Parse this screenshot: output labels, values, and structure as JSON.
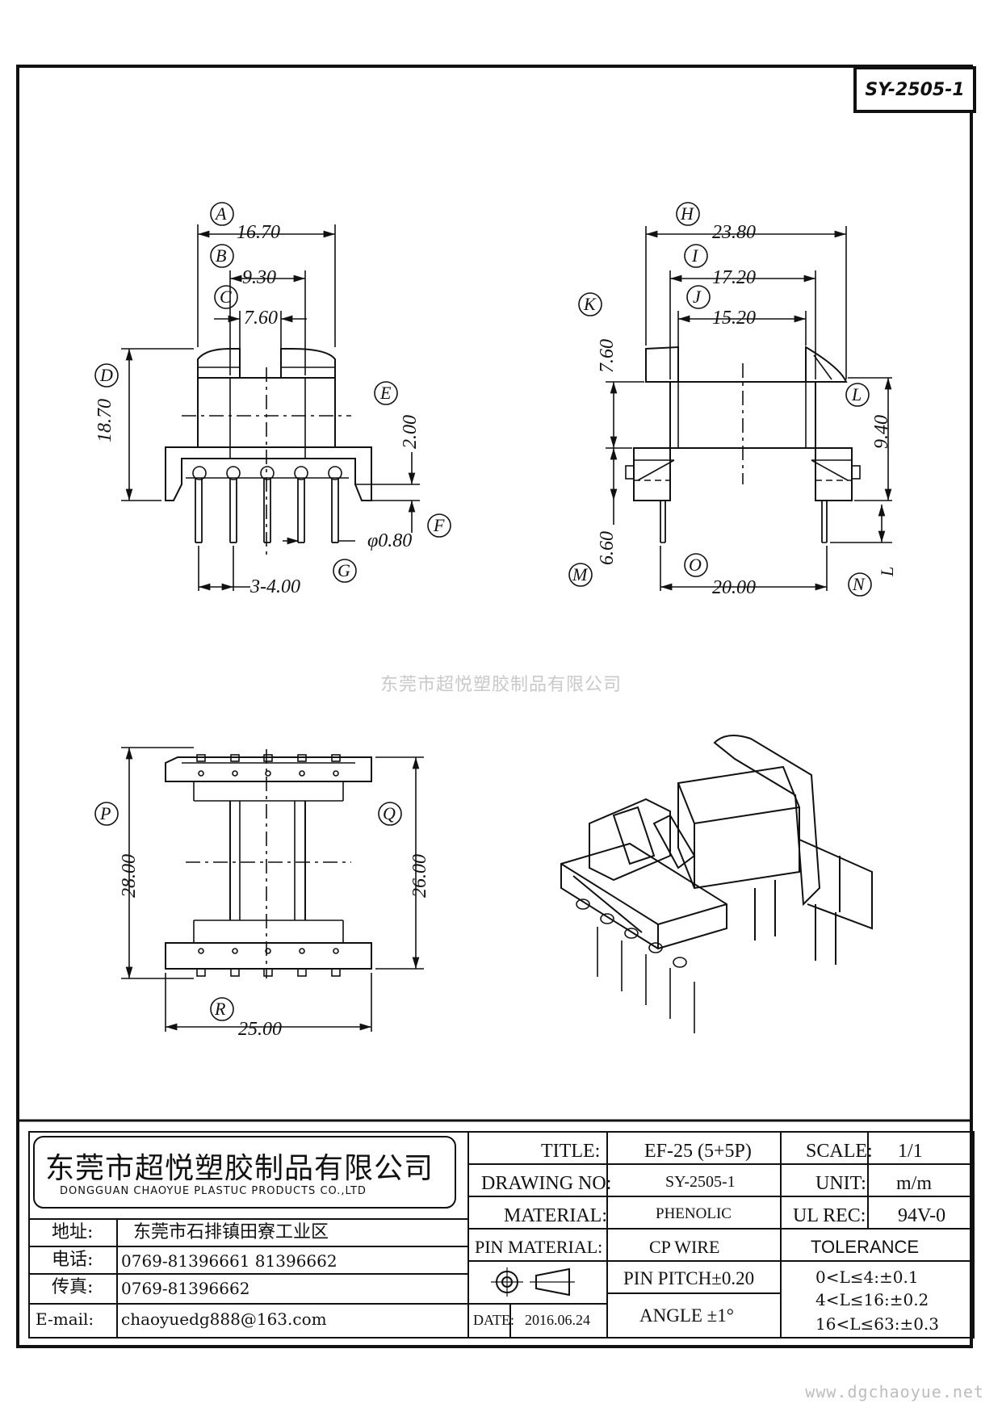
{
  "drawing_number": "SY-2505-1",
  "watermark": "东莞市超悦塑胶制品有限公司",
  "website": "www.dgchaoyue.net",
  "dimensions": {
    "A": "16.70",
    "B": "9.30",
    "C": "7.60",
    "D": "18.70",
    "E": "2.00",
    "F": "φ0.80",
    "G": "3-4.00",
    "H": "23.80",
    "I": "17.20",
    "J": "15.20",
    "K": "7.60",
    "L": "9.40",
    "M": "6.60",
    "N": "L",
    "O": "20.00",
    "P": "28.00",
    "Q": "26.00",
    "R": "25.00"
  },
  "balloons": [
    "A",
    "B",
    "C",
    "D",
    "E",
    "F",
    "G",
    "H",
    "I",
    "J",
    "K",
    "L",
    "M",
    "N",
    "O",
    "P",
    "Q",
    "R"
  ],
  "title_block": {
    "company_cn": "东莞市超悦塑胶制品有限公司",
    "company_en": "DONGGUAN CHAOYUE PLASTUC PRODUCTS CO.,LTD",
    "address_label": "地址:",
    "address": "东莞市石排镇田寮工业区",
    "phone_label": "电话:",
    "phone": "0769-81396661  81396662",
    "fax_label": "传真:",
    "fax": "0769-81396662",
    "email_label": "E-mail:",
    "email": "chaoyuedg888@163.com",
    "title_label": "TITLE:",
    "title": "EF-25 (5+5P)",
    "drawing_no_label": "DRAWING NO:",
    "drawing_no": "SY-2505-1",
    "material_label": "MATERIAL:",
    "material": "PHENOLIC",
    "pin_material_label": "PIN MATERIAL:",
    "pin_material": "CP WIRE",
    "pin_pitch": "PIN PITCH±0.20",
    "angle": "ANGLE  ±1°",
    "date_label": "DATE:",
    "date": "2016.06.24",
    "scale_label": "SCALE:",
    "scale": "1/1",
    "unit_label": "UNIT:",
    "unit": "m/m",
    "ul_label": "UL REC:",
    "ul": "94V-0",
    "tolerance_label": "TOLERANCE",
    "tolerances": [
      "0<L≤4:±0.1",
      "4<L≤16:±0.2",
      "16<L≤63:±0.3"
    ]
  }
}
